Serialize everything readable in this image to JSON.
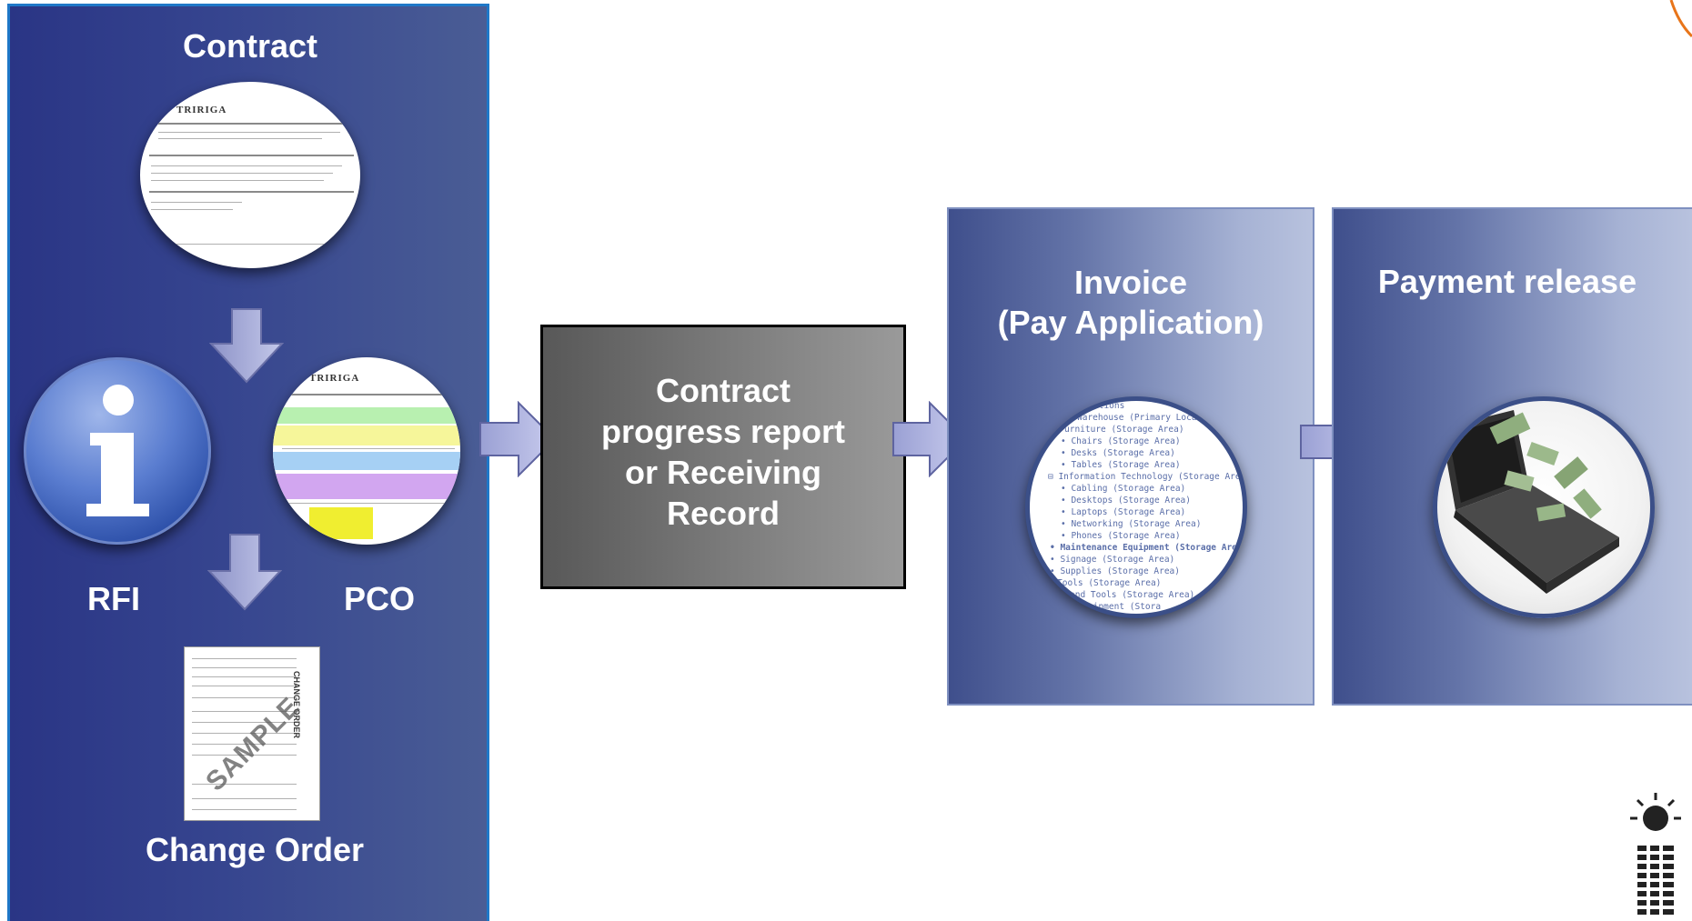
{
  "contract": {
    "label": "Contract"
  },
  "rfi": {
    "label": "RFI"
  },
  "pco": {
    "label": "PCO"
  },
  "change_order": {
    "label": "Change Order",
    "stamp": "SAMPLE",
    "side_title": "CHANGE ORDER"
  },
  "contract_doc": {
    "logo": "TRIRIGA"
  },
  "pco_doc": {
    "logo": "TRIRIGA"
  },
  "progress": {
    "line1": "Contract",
    "line2": "progress report",
    "line3": "or Receiving",
    "line4": "Record"
  },
  "invoice": {
    "line1": "Invoice",
    "line2": "(Pay Application)",
    "list": [
      "ations",
      "Warehouse (Primary Loca",
      "urniture (Storage Area)",
      "• Chairs (Storage Area)",
      "• Desks (Storage Area)",
      "• Tables (Storage Area)",
      "⊟ Information Technology (Storage Area)",
      "• Cabling (Storage Area)",
      "• Desktops (Storage Area)",
      "• Laptops (Storage Area)",
      "• Networking (Storage Area)",
      "• Phones (Storage Area)",
      "• Maintenance Equipment (Storage Area",
      "• Signage (Storage Area)",
      "• Supplies (Storage Area)",
      "Tools (Storage Area)",
      "and Tools (Storage Area)",
      "uipment (Stora"
    ]
  },
  "payment": {
    "label": "Payment release"
  },
  "colors": {
    "panel_blue": "#36458f",
    "panel_border": "#1f78c8",
    "arrow": "#a6acd8",
    "progress_gray": "#7a7a7a"
  },
  "icons": [
    "info-icon",
    "money-laptop-icon",
    "ibm-logo-icon",
    "down-arrow-icon",
    "right-arrow-icon"
  ]
}
